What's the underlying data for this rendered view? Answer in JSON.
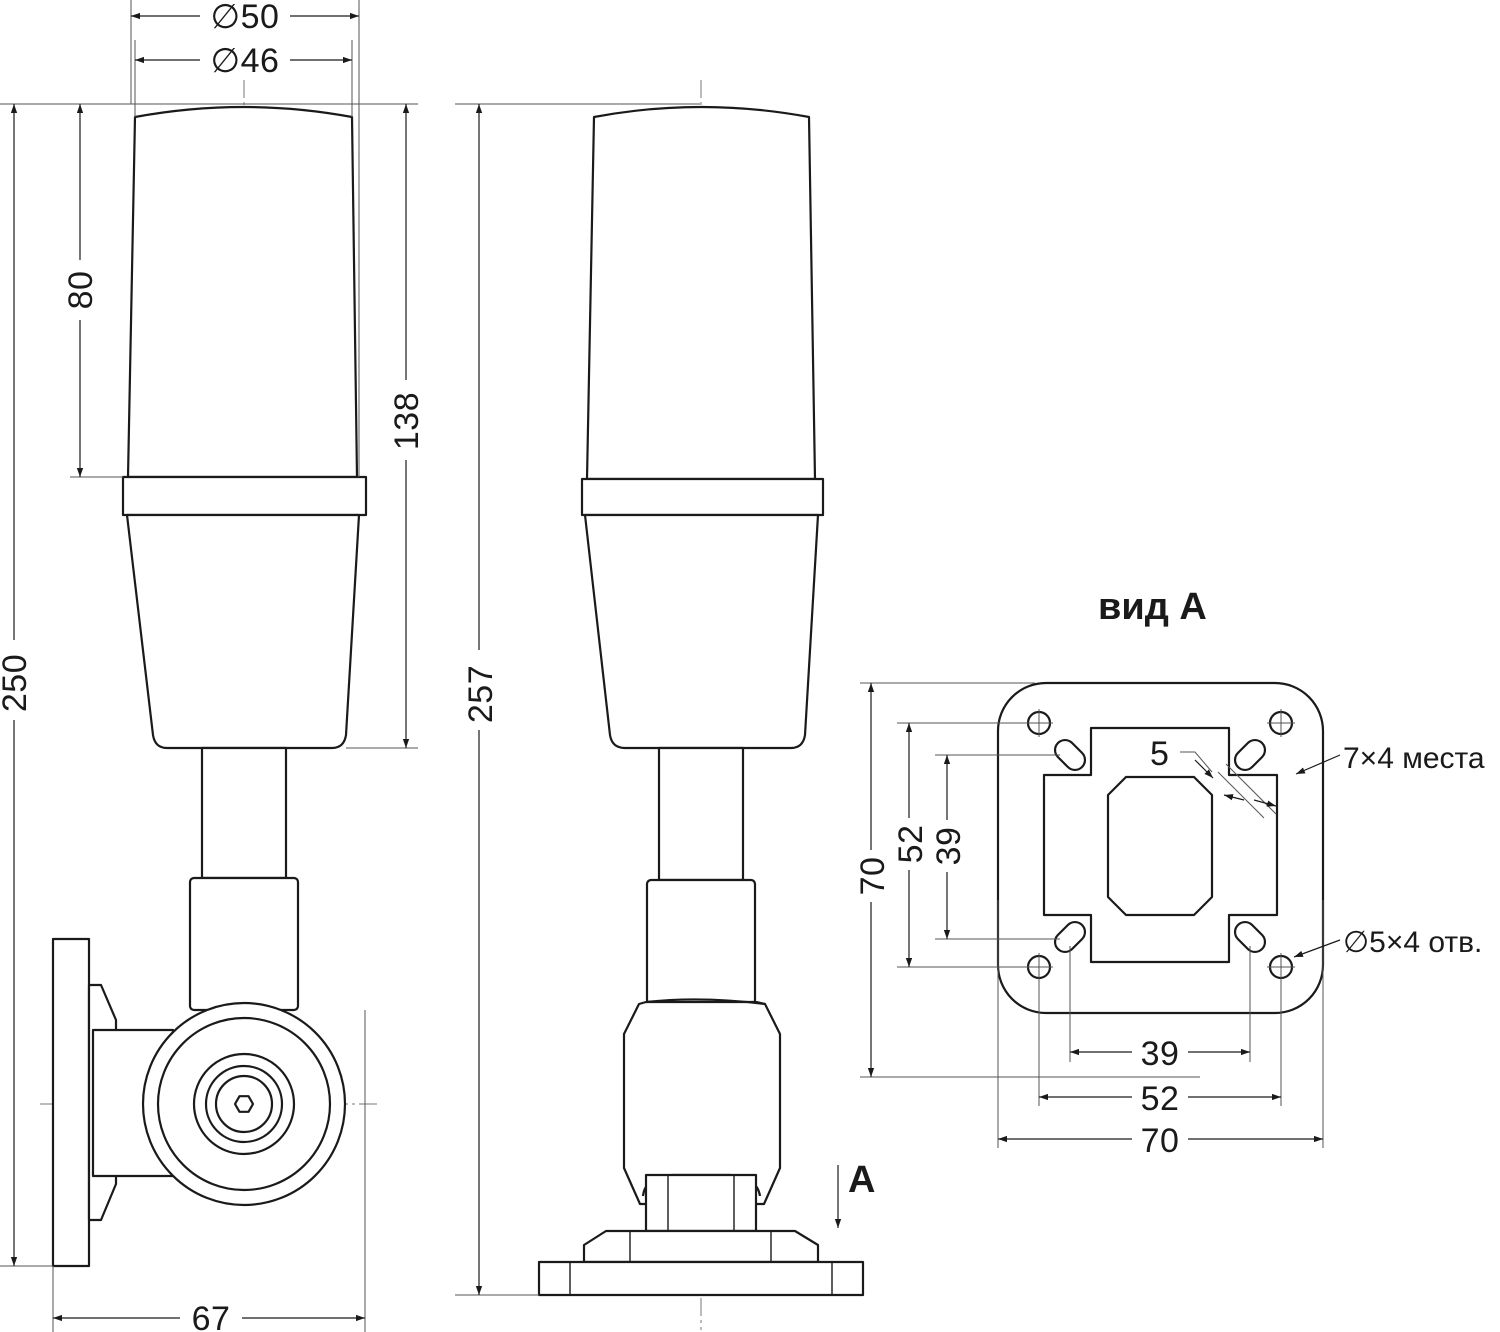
{
  "side_view": {
    "dia_outer": "∅50",
    "dia_inner": "∅46",
    "height_lens": "80",
    "height_head": "138",
    "height_total": "250",
    "base_width": "67"
  },
  "front_view": {
    "height_total": "257",
    "view_arrow_label": "A"
  },
  "view_a": {
    "title": "вид А",
    "outer_v": "70",
    "holes_v": "52",
    "slots_v": "39",
    "slot_width": "5",
    "slot_note": "7×4 места",
    "hole_note": "∅5×4 отв.",
    "slots_h": "39",
    "holes_h": "52",
    "outer_h": "70"
  }
}
